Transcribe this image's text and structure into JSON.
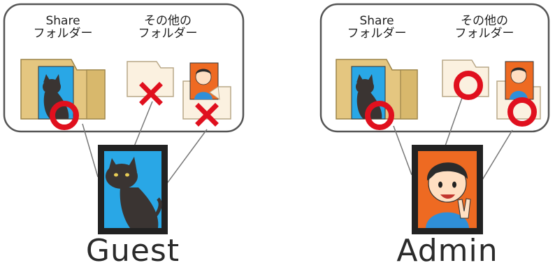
{
  "panels": [
    {
      "user": "Guest",
      "photo": "cat-photo",
      "share_folder": {
        "title_line1": "Share",
        "title_line2": "フォルダー",
        "access": "allowed",
        "mark": "circle"
      },
      "other_folder": {
        "title_line1": "その他の",
        "title_line2": "フォルダー",
        "access": "denied",
        "mark": "cross"
      },
      "private_folder": {
        "access": "denied",
        "mark": "cross"
      }
    },
    {
      "user": "Admin",
      "photo": "boy-photo",
      "share_folder": {
        "title_line1": "Share",
        "title_line2": "フォルダー",
        "access": "allowed",
        "mark": "circle"
      },
      "other_folder": {
        "title_line1": "その他の",
        "title_line2": "フォルダー",
        "access": "allowed",
        "mark": "circle"
      },
      "private_folder": {
        "access": "allowed",
        "mark": "circle"
      }
    }
  ],
  "colors": {
    "allowed_mark": "#e0101e",
    "denied_mark": "#e0101e",
    "folder_share": "#e4c680",
    "folder_other": "#fbf1e0",
    "cat_bg": "#29a7e6",
    "boy_bg": "#ee6a22",
    "frame": "#222222",
    "balloon_border": "#555555"
  }
}
